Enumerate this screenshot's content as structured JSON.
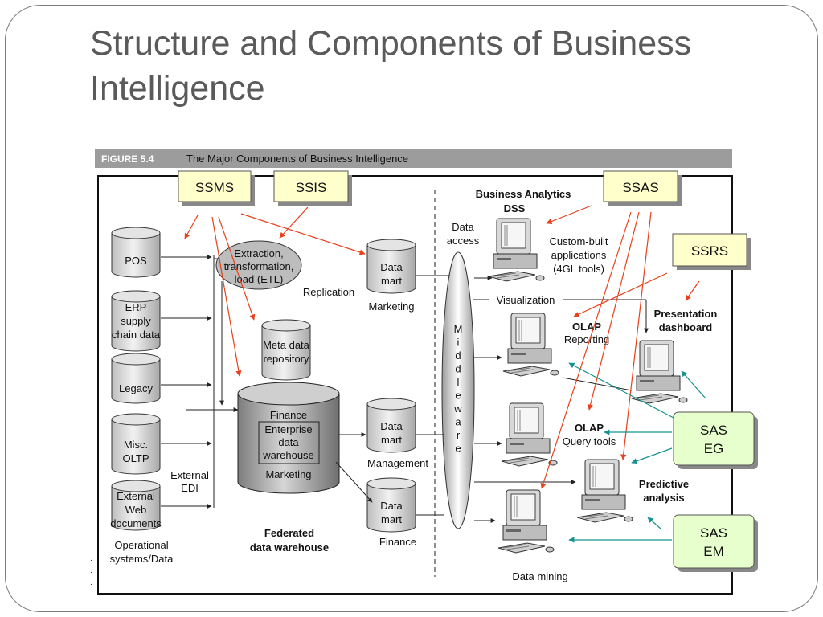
{
  "slide": {
    "title_line1": "Structure and Components of Business",
    "title_line2": "Intelligence"
  },
  "figure": {
    "label": "FIGURE 5.4",
    "caption": "The Major Components of Business Intelligence",
    "sources": {
      "pos": "POS",
      "erp_1": "ERP",
      "erp_2": "supply",
      "erp_3": "chain data",
      "legacy": "Legacy",
      "misc_1": "Misc.",
      "misc_2": "OLTP",
      "ext_1": "External",
      "ext_2": "Web",
      "ext_3": "documents",
      "external_edi_1": "External",
      "external_edi_2": "EDI",
      "caption_1": "Operational",
      "caption_2": "systems/Data"
    },
    "etl_1": "Extraction,",
    "etl_2": "transformation,",
    "etl_3": "load (ETL)",
    "replication": "Replication",
    "meta_1": "Meta data",
    "meta_2": "repository",
    "dw_finance": "Finance",
    "dw_inner_1": "Enterprise",
    "dw_inner_2": "data",
    "dw_inner_3": "warehouse",
    "dw_marketing": "Marketing",
    "federated_1": "Federated",
    "federated_2": "data warehouse",
    "mart_word_1": "Data",
    "mart_word_2": "mart",
    "mart_marketing": "Marketing",
    "mart_management": "Management",
    "mart_finance": "Finance",
    "data_access_1": "Data",
    "data_access_2": "access",
    "middleware_letters": [
      "M",
      "i",
      "d",
      "d",
      "l",
      "e",
      "w",
      "a",
      "r",
      "e"
    ],
    "bad_1": "Business Analytics",
    "bad_2": "DSS",
    "custom_1": "Custom-built",
    "custom_2": "applications",
    "custom_3": "(4GL tools)",
    "visualization": "Visualization",
    "pres_1": "Presentation",
    "pres_2": "dashboard",
    "olap_rep_1": "OLAP",
    "olap_rep_2": "Reporting",
    "olap_q_1": "OLAP",
    "olap_q_2": "Query tools",
    "pred_1": "Predictive",
    "pred_2": "analysis",
    "data_mining": "Data mining"
  },
  "tools": {
    "ssms": "SSMS",
    "ssis": "SSIS",
    "ssas": "SSAS",
    "ssrs": "SSRS",
    "sas_eg_1": "SAS",
    "sas_eg_2": "EG",
    "sas_em_1": "SAS",
    "sas_em_2": "EM"
  },
  "colors": {
    "red_arrow": "#e8401a",
    "teal_arrow": "#14948c",
    "tool_box": "#ffffcc",
    "sas_box": "#e6ffcc"
  },
  "icons": [
    "database-cylinder-icon",
    "computer-workstation-icon"
  ]
}
